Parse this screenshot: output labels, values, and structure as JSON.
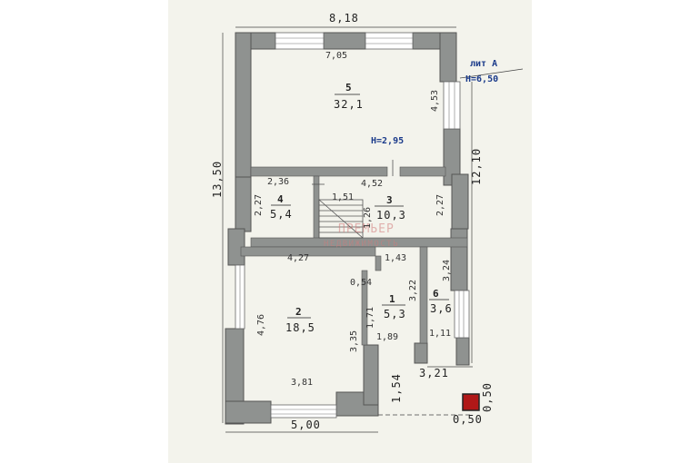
{
  "plan": {
    "label_lit": "лит А",
    "label_height_total": "Н=6,50",
    "label_height_floor": "Н=2,95",
    "rooms": [
      {
        "number": "5",
        "area": "32,1"
      },
      {
        "number": "4",
        "area": "5,4"
      },
      {
        "number": "3",
        "area": "10,3"
      },
      {
        "number": "2",
        "area": "18,5"
      },
      {
        "number": "1",
        "area": "5,3"
      },
      {
        "number": "6",
        "area": "3,6"
      }
    ],
    "dimensions": {
      "top_outer": "8,18",
      "top_inner": "7,05",
      "right_upper_inner": "4,53",
      "left_outer": "13,50",
      "right_outer": "12,10",
      "r4_width": "2,36",
      "r4_height": "2,27",
      "r3_width": "4,52",
      "r3_height": "2,27",
      "stair_width": "1,51",
      "stair_depth": "1,26",
      "r2_top": "4,27",
      "r1_top": "1,43",
      "r1_notch": "0,54",
      "r1_left": "1,71",
      "r1_bottom": "1,89",
      "r1_right": "3,22",
      "r6_right": "3,24",
      "r6_bottom": "1,11",
      "r2_left": "4,76",
      "r2_right": "3,35",
      "r2_bottom": "3,81",
      "bottom_outer": "5,00",
      "porch_depth": "1,54",
      "porch_width": "3,21",
      "marker_w": "0,50",
      "marker_h": "0,50"
    },
    "watermark_main": "ПРЕМЬЕР",
    "watermark_sub": "НЕДВИЖИМОСТЬ"
  }
}
